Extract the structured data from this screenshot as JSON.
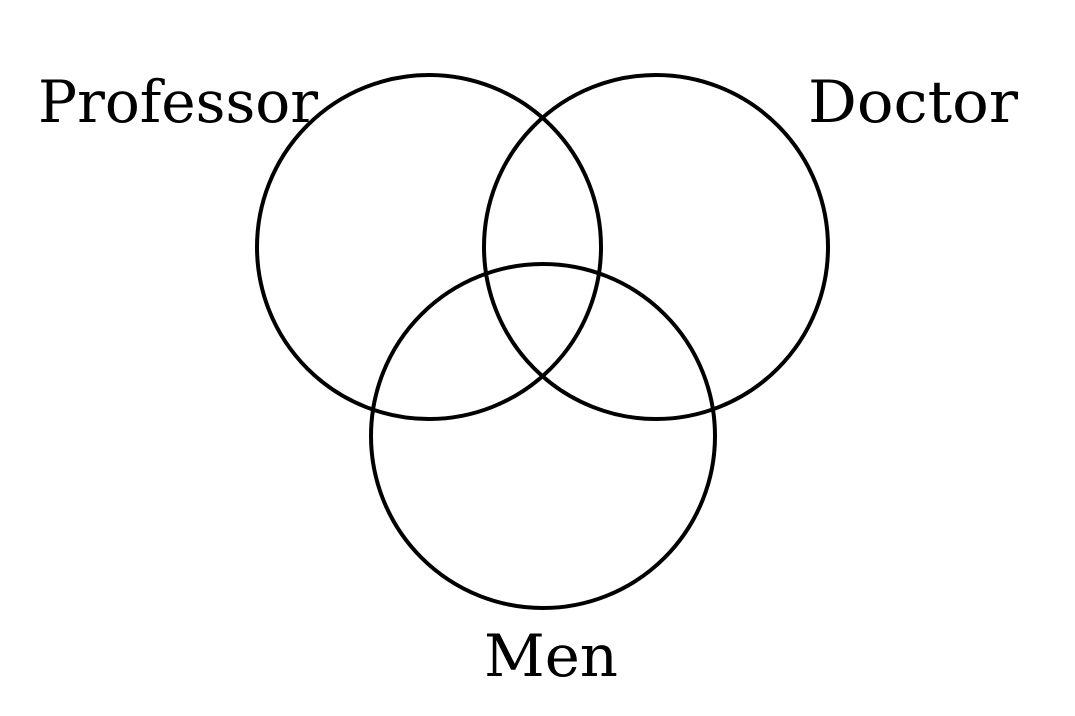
{
  "diagram": {
    "type": "venn",
    "sets": [
      {
        "id": "professor",
        "label": "Professor"
      },
      {
        "id": "doctor",
        "label": "Doctor"
      },
      {
        "id": "men",
        "label": "Men"
      }
    ],
    "stroke_color": "#000000",
    "background": "#ffffff"
  }
}
